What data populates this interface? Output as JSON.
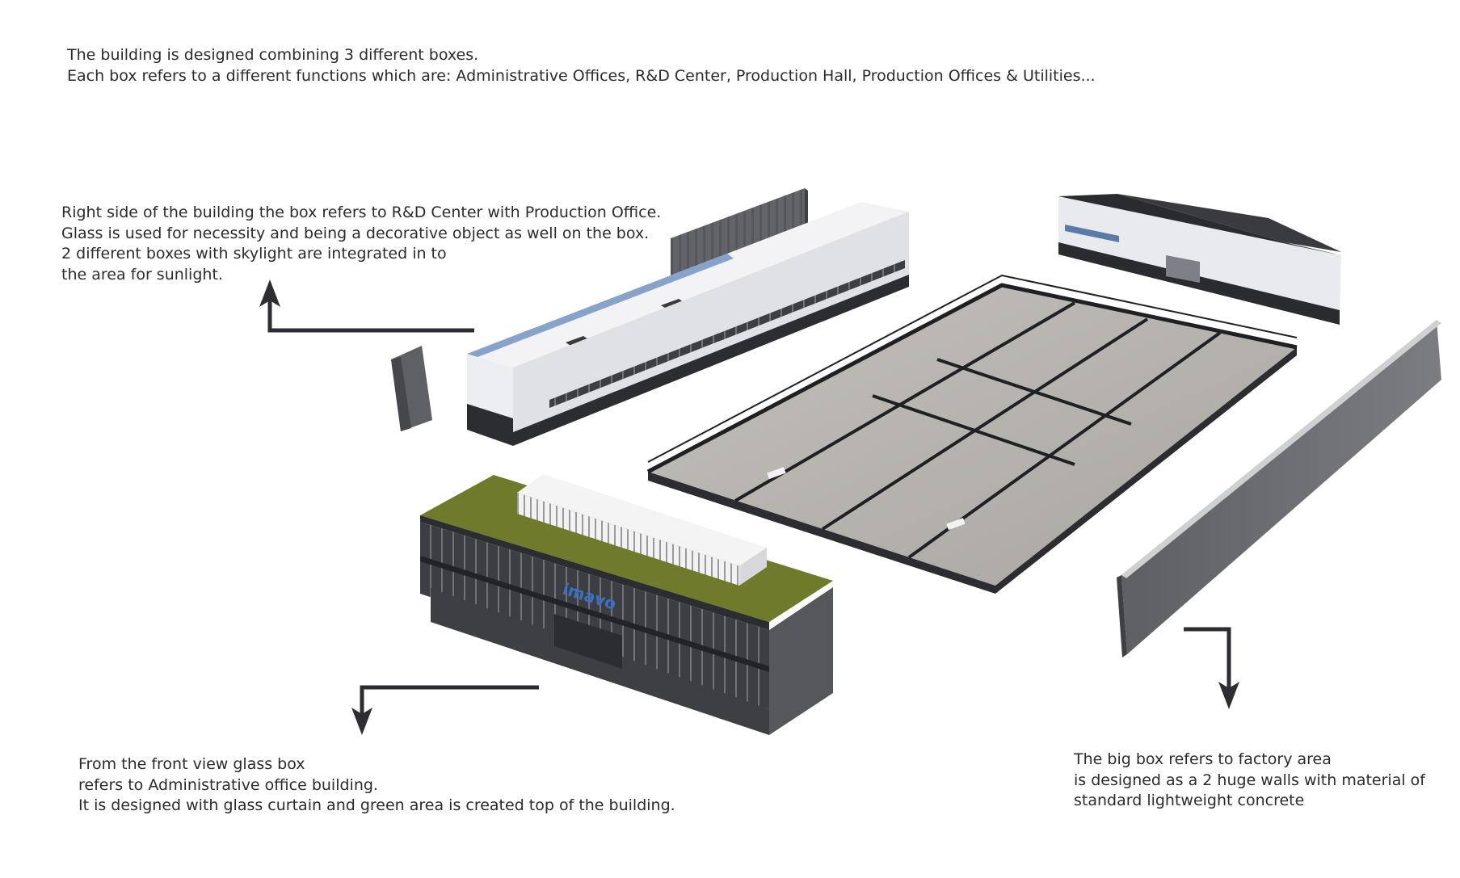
{
  "intro": {
    "lines": [
      "The building is designed combining 3 different boxes.",
      "Each box refers to a different functions which are: Administrative Offices, R&D Center, Production Hall, Production Offices & Utilities..."
    ]
  },
  "rd_note": {
    "lines": [
      "Right side of the building the box refers to R&D Center with Production Office.",
      "Glass is used for necessity and being a decorative object as well on the box.",
      "2 different boxes with skylight are integrated in to",
      "the area for sunlight."
    ]
  },
  "admin_note": {
    "lines": [
      "From the front view glass box",
      "refers to Administrative office building.",
      "It is designed with glass curtain and green area is created top of the building."
    ]
  },
  "factory_note": {
    "lines": [
      "The big box refers to factory area",
      "is designed as a 2 huge walls with material of",
      "standard lightweight concrete"
    ]
  },
  "signage": {
    "text": "imavo"
  },
  "colors": {
    "text": "#2b2b2b",
    "arrow": "#2d2d33",
    "roof_green": "#6f7a2a",
    "concrete_floor": "#b9b6b1",
    "wall_concrete": "#6a6c70",
    "white_facade": "#ecedef",
    "glass_dark": "#3a3c40"
  },
  "icons": [
    "arrow-up-icon",
    "arrow-down-icon",
    "arrow-down-icon",
    "arrow-down-icon"
  ]
}
